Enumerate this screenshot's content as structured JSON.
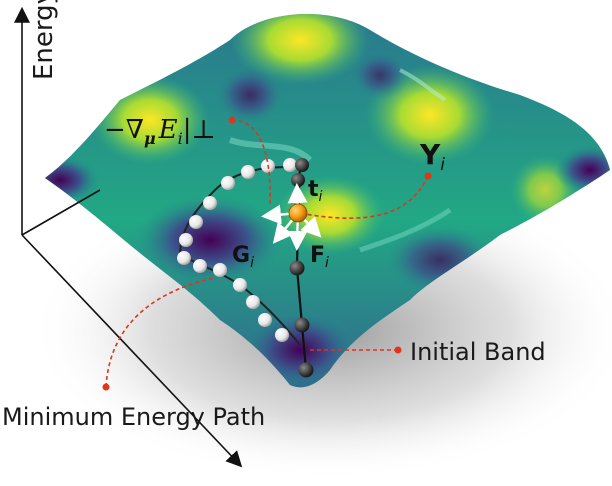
{
  "axis": {
    "energy_label": "Energy"
  },
  "labels": {
    "grad_perp": {
      "main": "−∇",
      "mu": "μ",
      "rest": "E",
      "sub": "i",
      "tail": "|⊥"
    },
    "Y": {
      "main": "Y",
      "sub": "i"
    },
    "t": {
      "main": "t",
      "sub": "i"
    },
    "G": {
      "main": "G",
      "sub": "i"
    },
    "F": {
      "main": "F",
      "sub": "i"
    },
    "initial_band": "Initial Band",
    "minimum_energy_path": "Minimum Energy Path"
  },
  "colors": {
    "surface_low": "#440154",
    "surface_mid": "#21918c",
    "surface_high": "#fde725",
    "leader_line": "#e0341b",
    "current_image": "#f39c12",
    "band_node": "#3a3a3a",
    "mep_node": "#eeeeee"
  }
}
